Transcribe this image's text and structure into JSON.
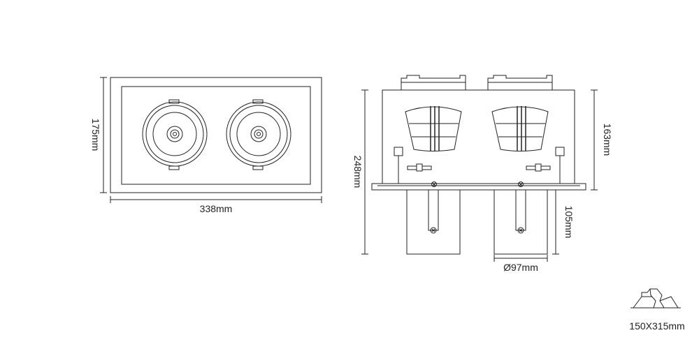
{
  "dimensions": {
    "front_width": "338mm",
    "front_height": "175mm",
    "side_total_height": "248mm",
    "side_body_height": "163mm",
    "side_lamp_height": "105mm",
    "lamp_diameter": "Ø97mm",
    "cutout": "150X315mm"
  }
}
